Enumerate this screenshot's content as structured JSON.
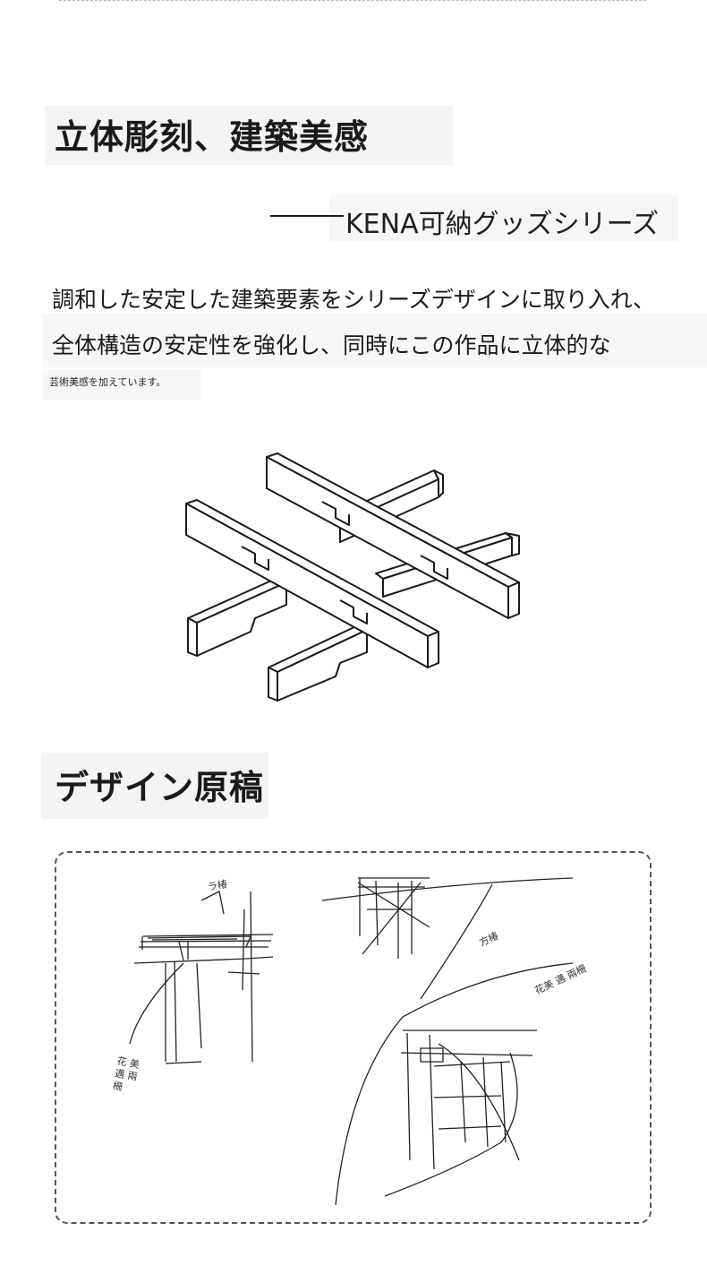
{
  "section1": {
    "title": "立体彫刻、建築美感",
    "subtitle": "KENA可納グッズシリーズ",
    "paragraph_line1": "調和した安定した建築要素をシリーズデザインに取り入れ、",
    "paragraph_line2": "全体構造の安定性を強化し、同時にこの作品に立体的な",
    "small_note": "芸術美感を加えています。"
  },
  "section2": {
    "title": "デザイン原稿"
  },
  "sketch_annotations": {
    "left_top": "ラ椿",
    "left_bottom": "花 美 邁 兩 柵",
    "right_top": "方椿",
    "right_mid": "花美 邁 兩柵"
  }
}
